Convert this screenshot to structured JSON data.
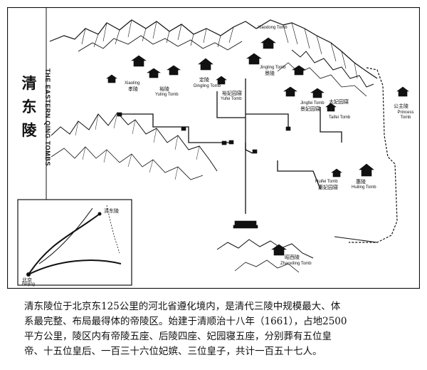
{
  "title": {
    "cn": [
      "清",
      "东",
      "陵"
    ],
    "en": "THE EASTERN QING TOMBS"
  },
  "labels": {
    "xiaoling_cn": "孝陵",
    "xiaoling_en": "Xiaoling",
    "yuling_en": "Yuling Tomb",
    "yuling_cn": "裕陵",
    "dingling_en": "Dingling Tomb",
    "dingling_cn": "定陵",
    "yufei_cn": "裕妃园寝",
    "yufei_en": "Yufei Tomb",
    "jingling_en": "Jingling Tomb",
    "jingling_cn": "景陵",
    "jingfei_en": "Jingfei Tomb",
    "jingfei_cn": "景妃园寝",
    "taifei_cn": "太妃园寝",
    "taifei_en": "Taifei Tomb",
    "zhaoxiling_cn": "昭西陵",
    "zhaoxiling_en": "Zhaoxiling Tomb",
    "huiling_en": "Huiling Tomb",
    "huiling_cn": "惠陵",
    "huifei_en": "Huifei Tomb",
    "huifei_cn": "惠妃园寝",
    "gongzhu_cn": "公主陵",
    "gongzhu_en": "Princess Tomb",
    "xiaodong_en": "Xiaodong Tomb",
    "inset_beijing_cn": "北京",
    "inset_beijing_en": "Beijing",
    "inset_tomb": "清东陵"
  },
  "caption": [
    "清东陵位于北京东125公里的河北省遵化境内，是清代三陵中规模最大、体",
    "系最完整、布局最得体的帝陵区。始建于清顺治十八年（1661），占地2500",
    "平方公里，陵区内有帝陵五座、后陵四座、妃园寝五座，分别葬有五位皇",
    "帝、十五位皇后、一百三十六位妃嫔、三位皇子，共计一百五十七人。"
  ]
}
